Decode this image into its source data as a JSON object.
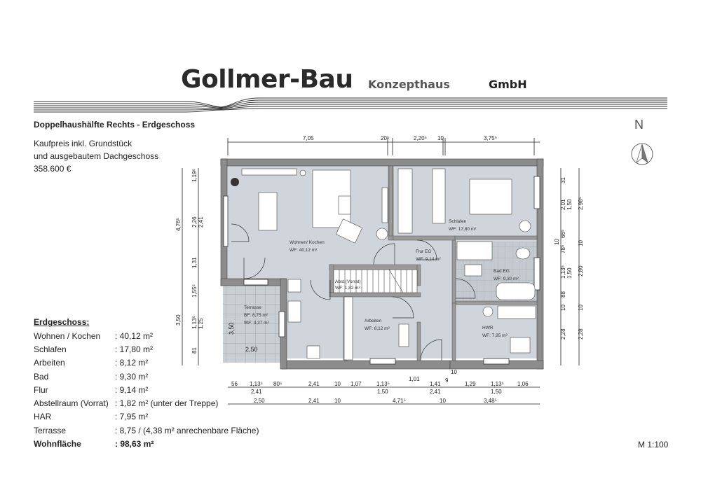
{
  "header": {
    "brand": "Gollmer-Bau",
    "tagline": "Konzepthaus",
    "company_suffix": "GmbH"
  },
  "plan": {
    "title": "Doppelhaushälfte Rechts - Erdgeschoss",
    "price_line1": "Kaufpreis inkl. Grundstück",
    "price_line2": "und ausgebautem Dachgeschoss",
    "price": "358.600 €",
    "north_label": "N",
    "scale": "M 1:100"
  },
  "legend": {
    "heading": "Erdgeschoss:",
    "rows": [
      {
        "room": "Wohnen / Kochen",
        "area": ": 40,12 m²"
      },
      {
        "room": "Schlafen",
        "area": ": 17,80 m²"
      },
      {
        "room": "Arbeiten",
        "area": ": 8,12 m²"
      },
      {
        "room": "Bad",
        "area": ": 9,30 m²"
      },
      {
        "room": "Flur",
        "area": ": 9,14 m²"
      },
      {
        "room": "Abstellraum (Vorrat)",
        "area": ": 1,82 m² (unter der Treppe)"
      },
      {
        "room": "HAR",
        "area": ": 7,95 m²"
      },
      {
        "room": "Terrasse",
        "area": ": 8,75 / (4,38 m² anrechenbare Fläche)"
      }
    ],
    "total": {
      "room": "Wohnfläche",
      "area": ": 98,63 m²"
    }
  },
  "rooms": {
    "wohnen": {
      "name": "Wohnen/ Kochen",
      "area": "WF: 40,12 m²"
    },
    "schlafen": {
      "name": "Schlafen",
      "area": "WF: 17,80 m²"
    },
    "flur": {
      "name": "Flur EG",
      "area": "WF: 9,14 m²"
    },
    "bad": {
      "name": "Bad EG",
      "area": "WF: 9,30 m²"
    },
    "abstell": {
      "name": "Abst.(Vorrat)",
      "area": "WF: 1,82 m²"
    },
    "terrasse": {
      "name": "Terrasse",
      "area_gf": "BF: 8,75 m²",
      "area_wf": "WF: 4,37 m²"
    },
    "arbeiten": {
      "name": "Arbeiten",
      "area": "WF: 8,12 m²"
    },
    "hwr": {
      "name": "HWR",
      "area": "WF: 7,95 m²"
    }
  },
  "dimensions": {
    "top": [
      "7,05",
      "20⁵",
      "2,20⁵",
      "10",
      "3,75⁵"
    ],
    "bottom_row1": [
      "56",
      "1,13⁵",
      "80⁵",
      "2,41",
      "10",
      "1,07",
      "1,13⁵",
      "1,01",
      "1,41",
      "9",
      "10",
      "1,29",
      "1,13⁵",
      "1,06"
    ],
    "bottom_row1_sub": [
      "2,41",
      "1,50",
      "2,41",
      "1,50"
    ],
    "bottom_row2": [
      "2,50",
      "2,41",
      "10",
      "4,71⁵",
      "10",
      "3,48⁵"
    ],
    "left_outer": [
      "4,76⁵",
      "3,50"
    ],
    "left_inner": [
      "1,19⁵",
      "2,26",
      "2,41",
      "1,31",
      "1,55⁵",
      "1,13⁵",
      "1,25",
      "81"
    ],
    "right_inner": [
      "31",
      "2,01",
      "1,50",
      "66⁵",
      "10",
      "78⁵",
      "1,13⁵",
      "1,50",
      "88",
      "10",
      "2,28"
    ],
    "right_outer": [
      "2,98⁵",
      "10",
      "2,80",
      "10",
      "2,28"
    ],
    "terrace": [
      "3,50",
      "2,50"
    ]
  }
}
